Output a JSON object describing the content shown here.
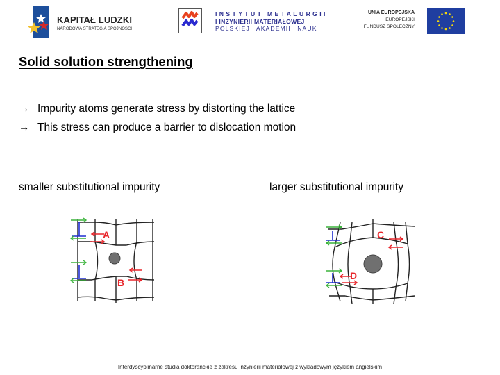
{
  "header": {
    "logo_left": {
      "title": "KAPITAŁ LUDZKI",
      "subtitle": "NARODOWA STRATEGIA SPÓJNOŚCI",
      "icon": "kapital-ludzki-flag-icon"
    },
    "logo_center": {
      "line1": "INSTYTUT METALURGII",
      "line2": "I INŻYNIERII MATERIAŁOWEJ",
      "line3": "POLSKIEJ AKADEMII NAUK",
      "icon": "imim-pan-logo-icon"
    },
    "logo_right": {
      "line1": "UNIA EUROPEJSKA",
      "line2": "EUROPEJSKI",
      "line3": "FUNDUSZ SPOŁECZNY",
      "icon": "eu-flag-icon"
    }
  },
  "slide": {
    "title": "Solid solution strengthening",
    "bullets": [
      {
        "marker": "→",
        "text": "Impurity atoms generate stress by distorting the lattice"
      },
      {
        "marker": "→",
        "text": "This stress can produce a barrier to dislocation motion"
      }
    ],
    "diagrams": [
      {
        "caption": "smaller substitutional impurity",
        "labels": [
          "A",
          "B"
        ],
        "impurity_size": "small"
      },
      {
        "caption": "larger substitutional impurity",
        "labels": [
          "C",
          "D"
        ],
        "impurity_size": "large"
      }
    ]
  },
  "footer": {
    "text": "Interdyscyplinarne studia doktoranckie z zakresu inżynierii materiałowej z wykładowym językiem angielskim"
  },
  "colors": {
    "lattice_line": "#222222",
    "impurity_atom": "#707070",
    "stress_arrow_red": "#e8262b",
    "shear_arrow_green": "#3cb43c",
    "dislocation_blue": "#1f2fd0",
    "imim_text": "#2b2f8f",
    "eu_blue": "#1f3ea0",
    "eu_star": "#f5d90a"
  }
}
